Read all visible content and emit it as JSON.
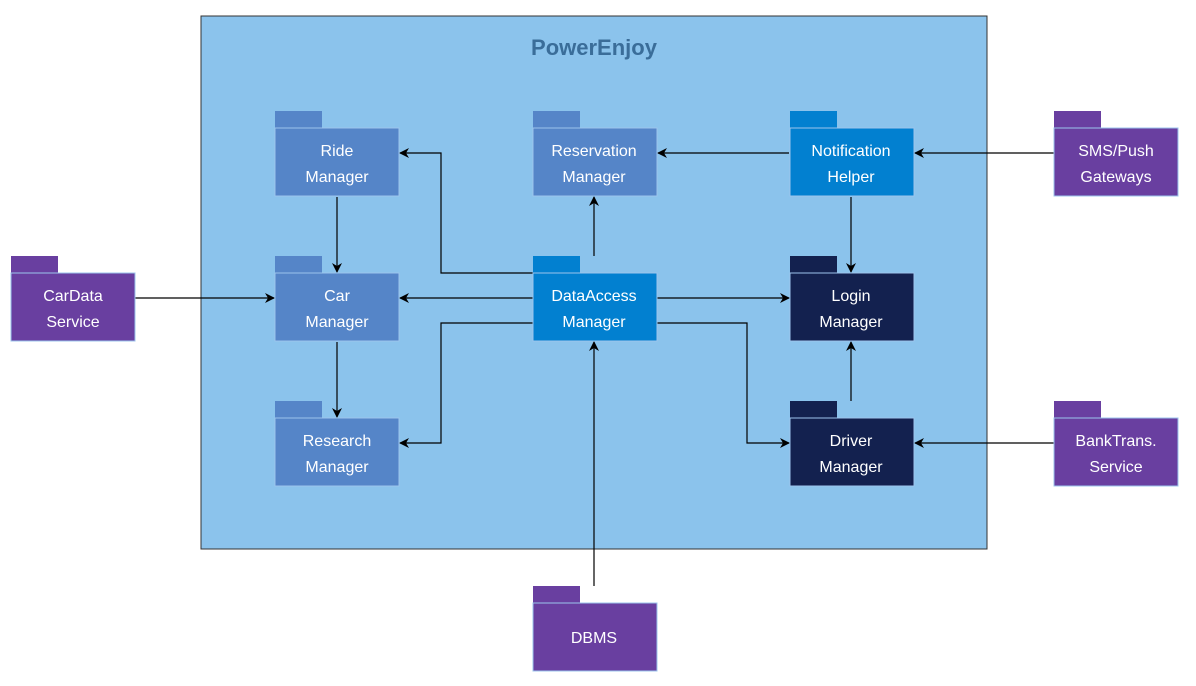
{
  "diagram": {
    "title": "PowerEnjoy",
    "colors": {
      "system_fill": "#8bc3ec",
      "system_border": "#333333",
      "internal_medium": "#5585c8",
      "internal_bright": "#0280d0",
      "internal_dark": "#13214f",
      "external": "#693fa0",
      "title_text": "#3a6d99",
      "label_text": "#ffffff",
      "edge": "#000000"
    },
    "packages": {
      "ride": {
        "line1": "Ride",
        "line2": "Manager"
      },
      "reservation": {
        "line1": "Reservation",
        "line2": "Manager"
      },
      "notification": {
        "line1": "Notification",
        "line2": "Helper"
      },
      "sms": {
        "line1": "SMS/Push",
        "line2": "Gateways"
      },
      "car": {
        "line1": "Car",
        "line2": "Manager"
      },
      "dataaccess": {
        "line1": "DataAccess",
        "line2": "Manager"
      },
      "login": {
        "line1": "Login",
        "line2": "Manager"
      },
      "cardata": {
        "line1": "CarData",
        "line2": "Service"
      },
      "research": {
        "line1": "Research",
        "line2": "Manager"
      },
      "driver": {
        "line1": "Driver",
        "line2": "Manager"
      },
      "banktrans": {
        "line1": "BankTrans.",
        "line2": "Service"
      },
      "dbms": {
        "line1": "DBMS"
      }
    },
    "edges": [
      {
        "from": "ride",
        "to": "car"
      },
      {
        "from": "car",
        "to": "research"
      },
      {
        "from": "dataaccess",
        "to": "ride"
      },
      {
        "from": "dataaccess",
        "to": "reservation"
      },
      {
        "from": "dataaccess",
        "to": "car"
      },
      {
        "from": "dataaccess",
        "to": "login"
      },
      {
        "from": "dataaccess",
        "to": "research"
      },
      {
        "from": "dataaccess",
        "to": "driver"
      },
      {
        "from": "notification",
        "to": "reservation"
      },
      {
        "from": "notification",
        "to": "login"
      },
      {
        "from": "sms",
        "to": "notification"
      },
      {
        "from": "cardata",
        "to": "car"
      },
      {
        "from": "driver",
        "to": "login"
      },
      {
        "from": "banktrans",
        "to": "driver"
      },
      {
        "from": "dbms",
        "to": "dataaccess"
      }
    ]
  }
}
